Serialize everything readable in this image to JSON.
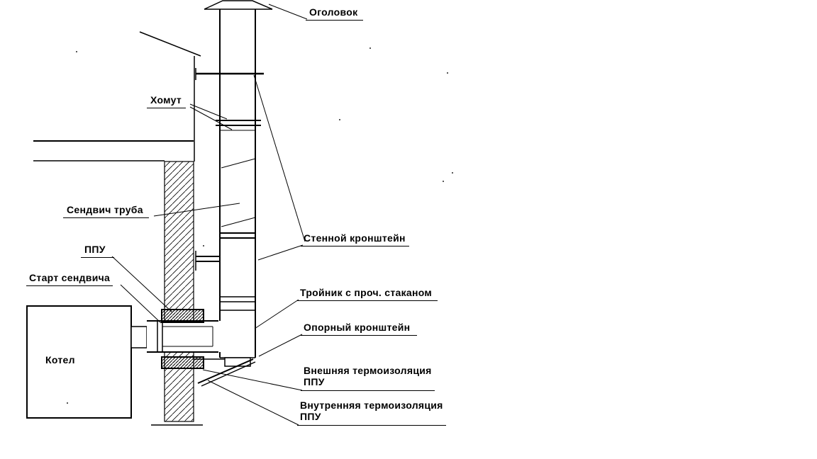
{
  "diagram": {
    "type": "technical-line-drawing",
    "subject": "chimney-sandwich-flue-installation-scheme",
    "colors": {
      "line": "#000000",
      "background": "#ffffff"
    },
    "labels": {
      "ogolovok": "Оголовок",
      "khomut": "Хомут",
      "sandwich_pipe": "Сендвич труба",
      "ppu": "ППУ",
      "sandwich_start": "Старт сендвича",
      "boiler": "Котел",
      "wall_bracket": "Стенной кронштейн",
      "tee": "Тройник с проч. стаканом",
      "support_bracket": "Опорный кронштейн",
      "outer_insulation_line1": "Внешняя термоизоляция",
      "outer_insulation_line2": "ППУ",
      "inner_insulation_line1": "Внутренняя термоизоляция",
      "inner_insulation_line2": "ППУ"
    }
  }
}
